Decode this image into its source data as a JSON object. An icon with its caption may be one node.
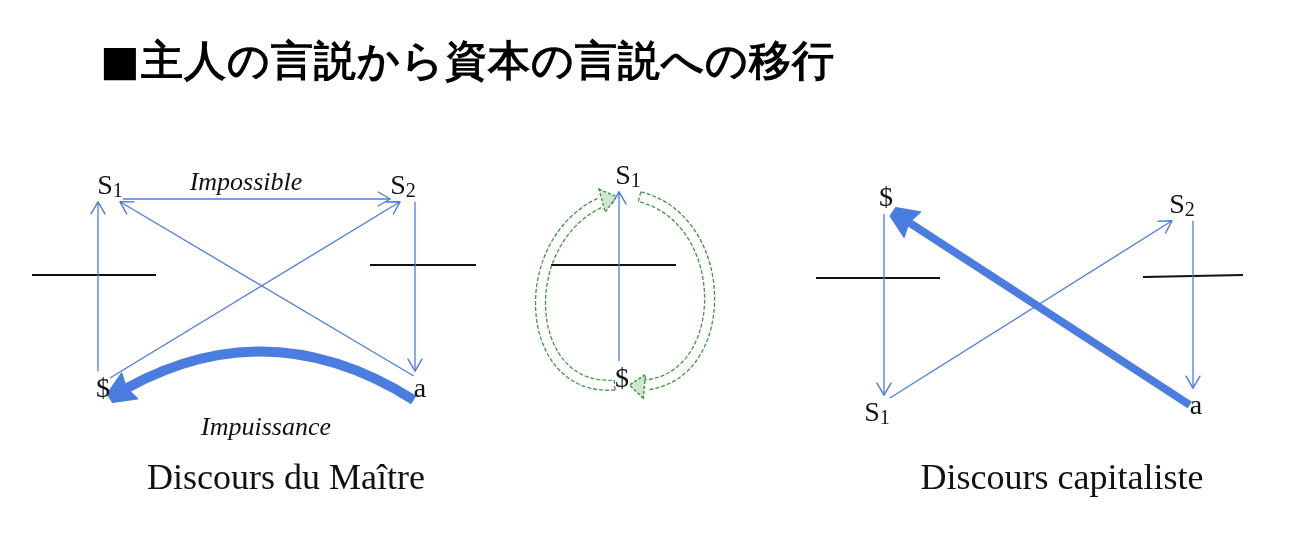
{
  "diagram": {
    "title": "■主人の言説から資本の言説への移行",
    "nodes": [
      {
        "text": [
          "S$_{1}$"
        ]
      },
      {
        "text": [
          "S$_{2}$"
        ]
      },
      {
        "text": [
          "$"
        ]
      },
      {
        "text": [
          "a"
        ]
      },
      {
        "text": [
          "S$_{1}$"
        ]
      },
      {
        "text": [
          "$"
        ]
      },
      {
        "text": [
          "$"
        ]
      },
      {
        "text": [
          "S$_{2}$"
        ]
      },
      {
        "text": [
          "S$_{1}$"
        ]
      },
      {
        "text": [
          "a"
        ]
      }
    ],
    "edges": [
      {
        "from": 2,
        "to": 0,
        "arrow": "to"
      },
      {
        "from": 0,
        "to": 1,
        "arrow": "to",
        "label": "Impossible"
      },
      {
        "from": 1,
        "to": 3,
        "arrow": "to"
      },
      {
        "from": 2,
        "to": 1,
        "arrow": "to"
      },
      {
        "from": 3,
        "to": 0,
        "arrow": "to"
      },
      {
        "from": 3,
        "to": 2,
        "arrow": "to",
        "label": "Impuissance",
        "style": "thick"
      },
      {
        "from": 5,
        "to": 4,
        "arrow": "to"
      },
      {
        "from": 5,
        "to": 4,
        "arrow": "to",
        "style": "dashed",
        "color": "#3c9a3c"
      },
      {
        "from": 4,
        "to": 5,
        "arrow": "to",
        "style": "dashed",
        "color": "#3c9a3c"
      },
      {
        "from": 6,
        "to": 8,
        "arrow": "to"
      },
      {
        "from": 7,
        "to": 9,
        "arrow": "to"
      },
      {
        "from": 8,
        "to": 7,
        "arrow": "to"
      },
      {
        "from": 9,
        "to": 6,
        "arrow": "to",
        "style": "thick"
      }
    ],
    "labels": [
      "Discours du Maître",
      "Discours capitaliste"
    ]
  }
}
